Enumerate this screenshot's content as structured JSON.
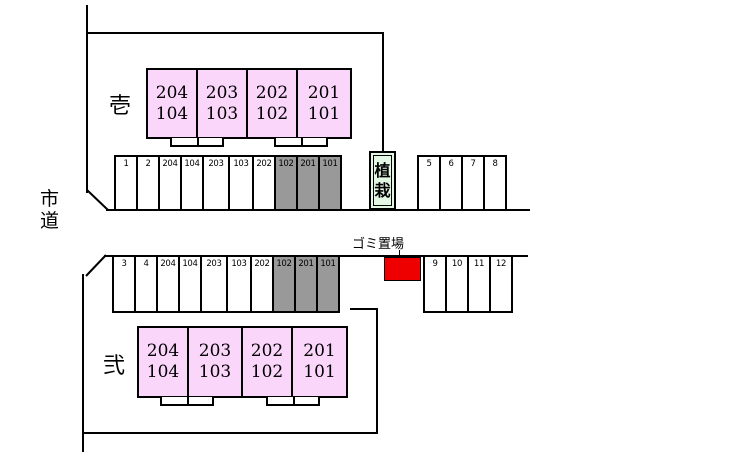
{
  "road_label": [
    "市",
    "道"
  ],
  "building_1": {
    "name": "壱",
    "units": [
      {
        "upper": "204",
        "lower": "104"
      },
      {
        "upper": "203",
        "lower": "103"
      },
      {
        "upper": "202",
        "lower": "102"
      },
      {
        "upper": "201",
        "lower": "101"
      }
    ]
  },
  "building_2": {
    "name": "弐",
    "units": [
      {
        "upper": "204",
        "lower": "104"
      },
      {
        "upper": "203",
        "lower": "103"
      },
      {
        "upper": "202",
        "lower": "102"
      },
      {
        "upper": "201",
        "lower": "101"
      }
    ]
  },
  "parking_top_left": [
    "1",
    "2",
    "204",
    "104",
    "203",
    "103",
    "202",
    "102",
    "201",
    "101"
  ],
  "parking_top_right": [
    "5",
    "6",
    "7",
    "8"
  ],
  "parking_bottom_left": [
    "3",
    "4",
    "204",
    "104",
    "203",
    "103",
    "202",
    "102",
    "201",
    "101"
  ],
  "parking_bottom_right": [
    "9",
    "10",
    "11",
    "12"
  ],
  "gray_stalls": [
    "102",
    "201",
    "101"
  ],
  "planting_label": [
    "植",
    "栽"
  ],
  "garbage_label": "ゴミ置場",
  "colors": {
    "unit_fill": "#fbd6fb",
    "gray_stall": "#999999",
    "garbage": "#ee0000",
    "planting": "#e4f6e4"
  }
}
